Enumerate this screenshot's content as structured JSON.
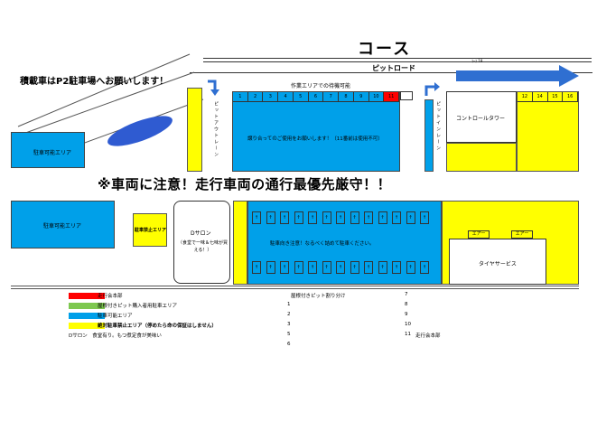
{
  "course": {
    "title": "コース",
    "pit_road": "ピットロード",
    "tag": "ｺｰｽ 18"
  },
  "notices": {
    "loader_notice": "積載車はP2駐車場へお願いします！",
    "priority_warning": "※車両に注意！走行車両の通行最優先厳守！！"
  },
  "areas": {
    "parking_top": "駐車可能エリア",
    "parking_bottom": "駐車可能エリア",
    "no_parking": "駐車禁止エリア",
    "work_area_label": "作業エリアでの待機可能",
    "pit_merge_request": "譲り合ってのご使用をお願いします！（11番前は使用不可）",
    "parking_line_request": "駐車向き注意！なるべく詰めて駐車ください。",
    "pit_out_lane": "ピットアウトレーン",
    "pit_in_lane": "ピットインレーン",
    "control_tower": "コントロールタワー",
    "tire_service": "タイヤサービス",
    "air_left": "エアー",
    "air_right": "エアー",
    "d_salon_title": "Dサロン",
    "d_salon_desc": "（食堂で一味＆七味が買える！）"
  },
  "pit_numbers": [
    "1",
    "2",
    "3",
    "4",
    "5",
    "6",
    "7",
    "8",
    "9",
    "10",
    "11"
  ],
  "pit_numbers_right": [
    "12",
    "14",
    "15",
    "16"
  ],
  "stall_arrow": "↑",
  "legend": [
    {
      "color": "#ff0000",
      "label": "走行会本部"
    },
    {
      "color": "#7ec850",
      "label": "屋根付きピット購入者用駐車エリア"
    },
    {
      "color": "#00a0e9",
      "label": "駐車可能エリア"
    },
    {
      "color": "#ffff00",
      "label": "絶対駐車禁止エリア（停めたら命の保証はしません）"
    },
    {
      "color": "",
      "label": "Dサロン　食堂有り。もつ煮定食が美味い"
    }
  ],
  "legend_title_mid": "屋根付きピット割り分け",
  "legend_mid_numbers": [
    "1",
    "2",
    "3",
    "5",
    "6"
  ],
  "legend_right_numbers": [
    "7",
    "8",
    "9",
    "10",
    "11"
  ],
  "legend_right_last": "走行会本部"
}
